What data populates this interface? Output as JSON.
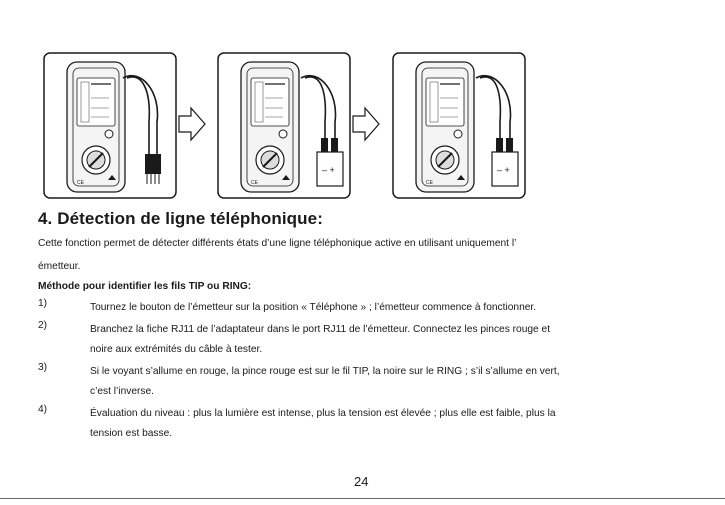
{
  "section": {
    "title": "4. Détection de ligne téléphonique:",
    "intro_line1": "Cette fonction permet de détecter différents états d’une ligne téléphonique active en utilisant uniquement l’",
    "intro_line2": "émetteur.",
    "method_title": "Méthode pour identifier les fils TIP ou RING:"
  },
  "steps": [
    {
      "num": "1)",
      "lines": [
        "Tournez le bouton de l’émetteur sur la position « Téléphone » ; l’émetteur commence à fonctionner."
      ]
    },
    {
      "num": "2)",
      "lines": [
        "Branchez la fiche RJ11 de l’adaptateur dans le port RJ11 de l’émetteur. Connectez les pinces rouge et",
        "noire aux extrémités du câble à tester."
      ]
    },
    {
      "num": "3)",
      "lines": [
        "Si le voyant s’allume en rouge, la pince rouge est sur le fil TIP, la noire sur le RING ; s’il s’allume en vert,",
        "c’est l’inverse."
      ]
    },
    {
      "num": "4)",
      "lines": [
        "Évaluation du niveau : plus la lumière est intense, plus la tension est élevée ; plus elle est faible, plus la",
        "tension est basse."
      ]
    }
  ],
  "figure": {
    "battery_label": "– +",
    "ce_mark": "CE"
  },
  "page_number": "24"
}
